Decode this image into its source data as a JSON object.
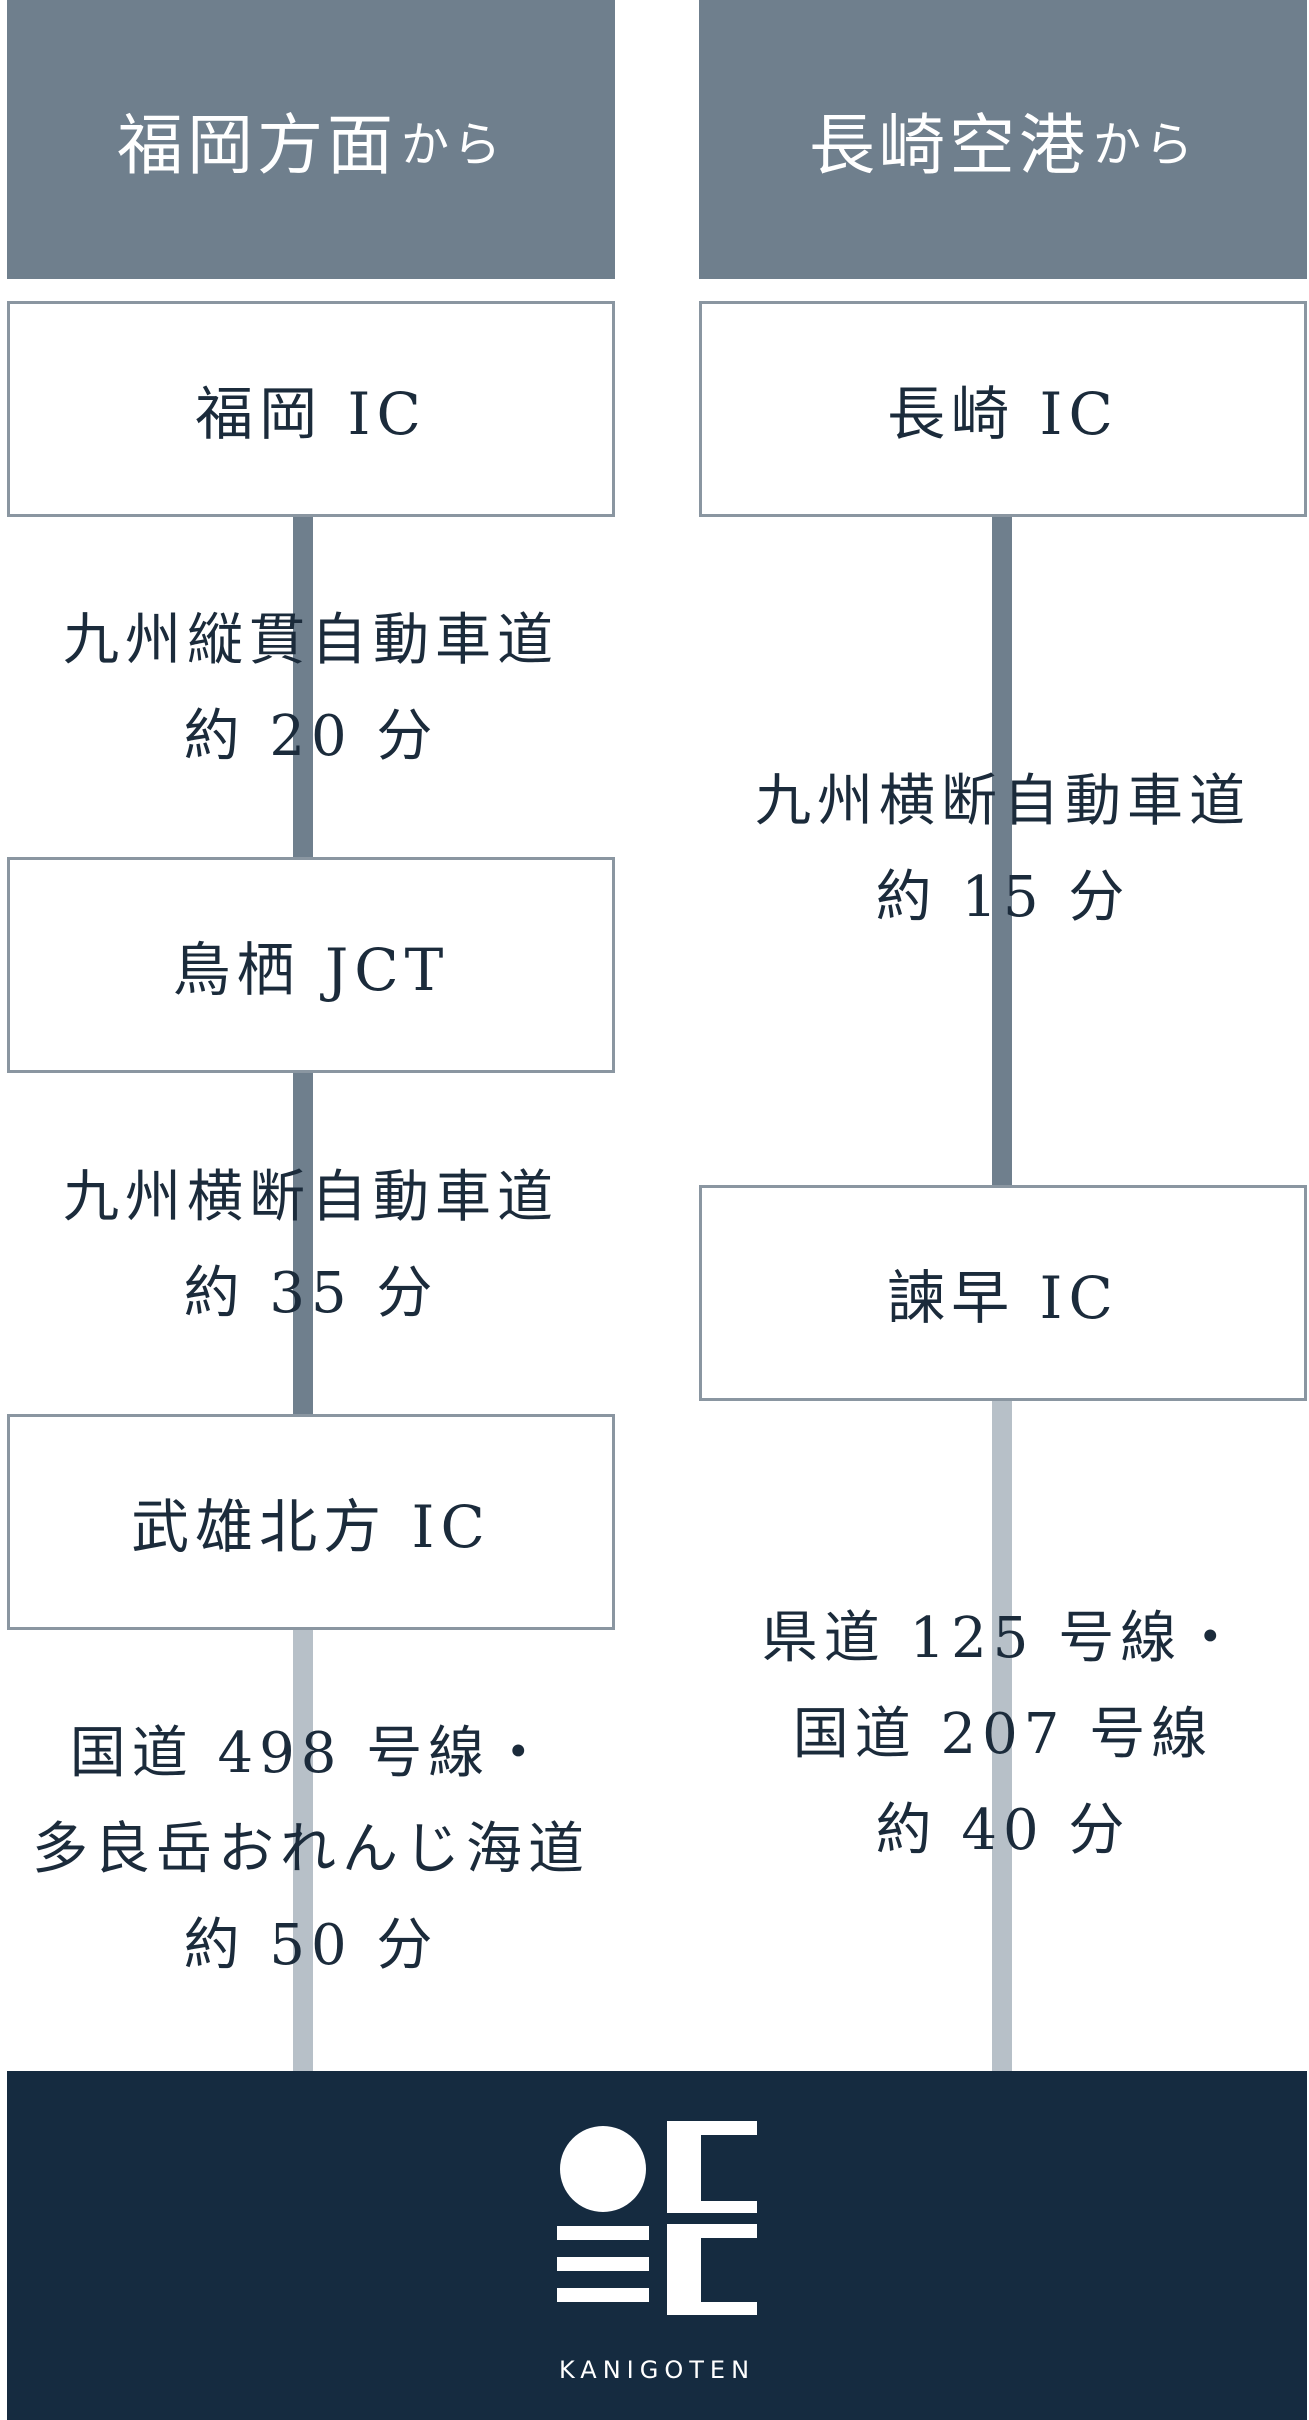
{
  "left": {
    "header": {
      "main": "福岡方面",
      "suffix": "から"
    },
    "nodes": [
      "福岡 IC",
      "鳥栖 JCT",
      "武雄北方 IC"
    ],
    "segments": [
      {
        "lines": [
          "九州縦貫自動車道",
          "約 20 分"
        ]
      },
      {
        "lines": [
          "九州横断自動車道",
          "約 35 分"
        ]
      },
      {
        "lines": [
          "国道 498 号線・",
          "多良岳おれんじ海道",
          "約 50 分"
        ]
      }
    ]
  },
  "right": {
    "header": {
      "main": "長崎空港",
      "suffix": "から"
    },
    "nodes": [
      "長崎 IC",
      "諫早 IC"
    ],
    "segments": [
      {
        "lines": [
          "九州横断自動車道",
          "約 15 分"
        ]
      },
      {
        "lines": [
          "県道 125 号線・",
          "国道 207 号線",
          "約 40 分"
        ]
      }
    ]
  },
  "destination": {
    "brand": "KANIGOTEN",
    "logo_icon": "kanigoten-logo-icon"
  },
  "colors": {
    "header_bg": "#6f7f8d",
    "expressway_line": "#6f7f8d",
    "local_road_line": "#b7c0c8",
    "box_border": "#8a96a1",
    "footer_bg": "#152b40",
    "text": "#1b2b3b"
  }
}
